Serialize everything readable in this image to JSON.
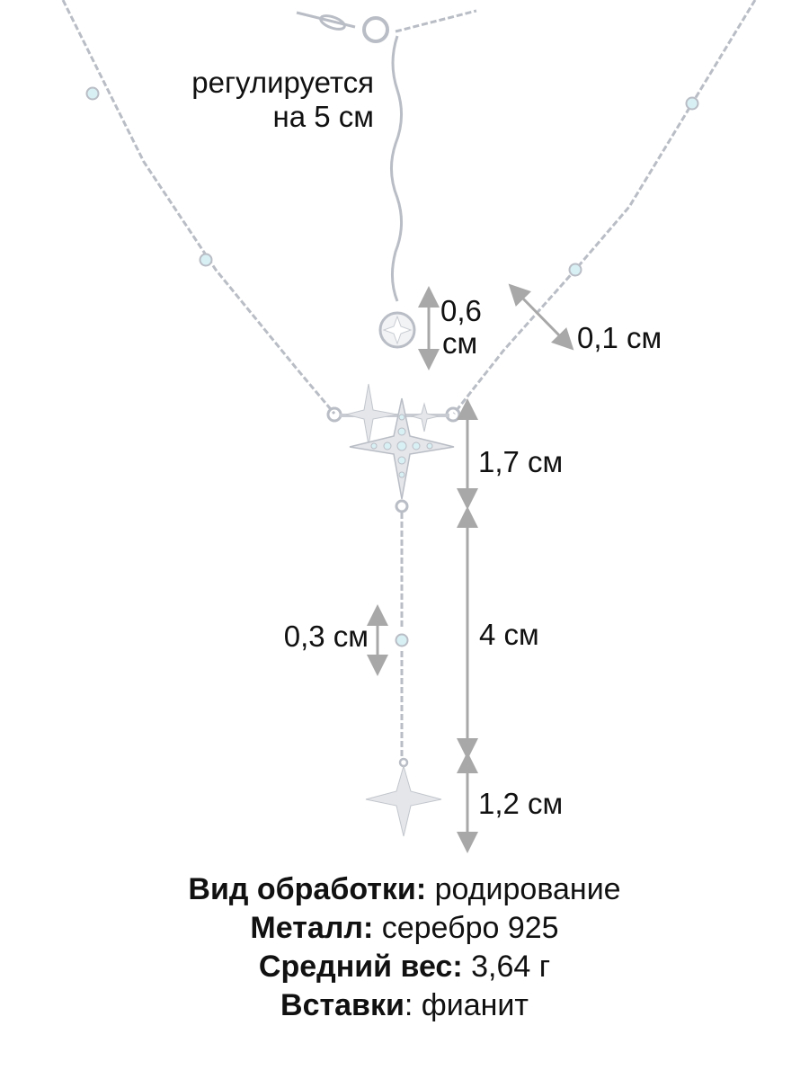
{
  "product": {
    "type": "Y-necklace with star pendants",
    "colors": {
      "chain": "#b8bcc4",
      "metal_fill": "#e4e6ea",
      "stone": "#d8f0f4",
      "arrow": "#a8a8a8",
      "text": "#111111"
    }
  },
  "annotations": {
    "adjustable_line1": "регулируется",
    "adjustable_line2": "на 5 см",
    "charm_size_line1": "0,6",
    "charm_size_line2": "см",
    "chain_width": "0,1 см",
    "center_pendant": "1,7 см",
    "drop_length": "4 см",
    "stone_size": "0,3 см",
    "end_star": "1,2 см"
  },
  "specs": [
    {
      "key": "Вид обработки:",
      "value": " родирование"
    },
    {
      "key": "Металл:",
      "value": " серебро 925"
    },
    {
      "key": "Средний вес:",
      "value": " 3,64 г"
    },
    {
      "key": "Вставки",
      "value": ": фианит"
    }
  ]
}
